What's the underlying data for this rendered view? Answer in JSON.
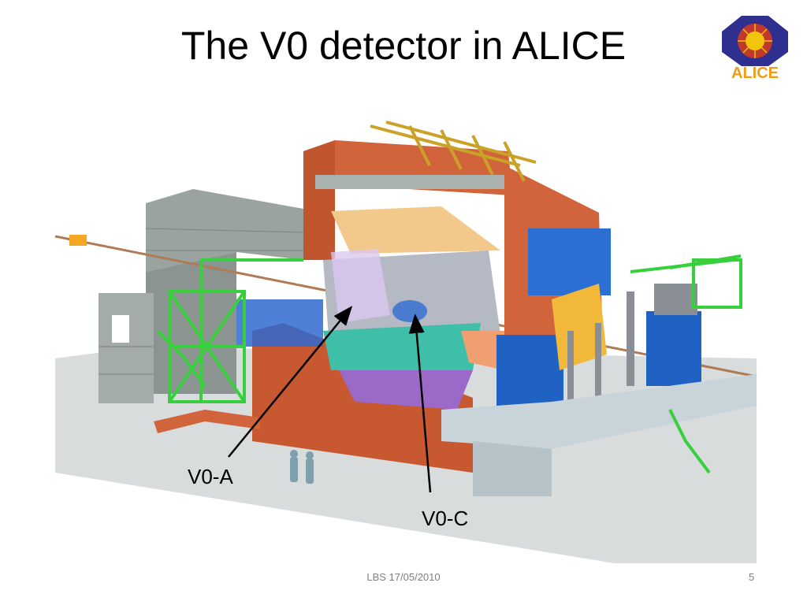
{
  "slide": {
    "title": "The V0 detector in ALICE",
    "footer": "LBS 17/05/2010",
    "page_number": "5"
  },
  "logo": {
    "text": "ALICE",
    "color": "#f39c12"
  },
  "labels": {
    "v0a": "V0-A",
    "v0c": "V0-C"
  },
  "colors": {
    "magnet": "#d2643c",
    "shielding": "#9aa3a0",
    "steel_frame": "#37d03c",
    "muon_chambers": "#1f62c4",
    "floor": "#d8dcdc"
  }
}
